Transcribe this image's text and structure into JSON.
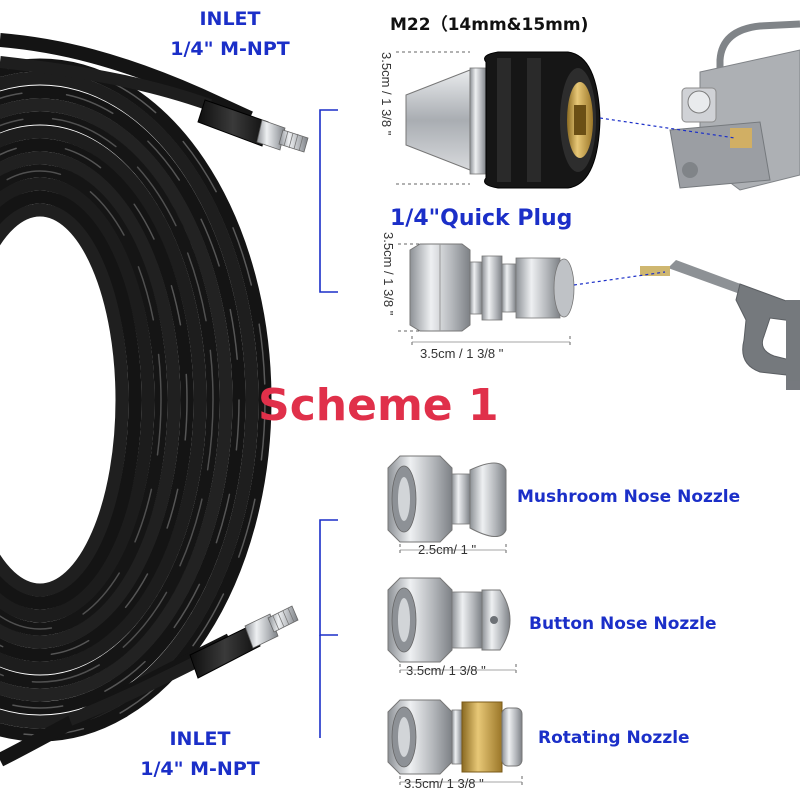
{
  "inlet_top": {
    "line1": "INLET",
    "line2": "1/4\" M-NPT"
  },
  "inlet_bottom": {
    "line1": "INLET",
    "line2": "1/4\" M-NPT"
  },
  "m22": {
    "label": "M22（14mm&15mm)",
    "height_dim": "3.5cm / 1 3/8 \""
  },
  "quick_plug": {
    "label": "1/4\"Quick Plug",
    "height_dim": "3.5cm / 1 3/8 \"",
    "width_dim": "3.5cm / 1 3/8 \""
  },
  "scheme_title": "Scheme 1",
  "nozzles": [
    {
      "label": "Mushroom Nose Nozzle",
      "dim": "2.5cm/ 1 \""
    },
    {
      "label": "Button Nose Nozzle",
      "dim": "3.5cm/ 1 3/8 \""
    },
    {
      "label": "Rotating Nozzle",
      "dim": "3.5cm/ 1 3/8 \""
    }
  ],
  "colors": {
    "label_blue": "#1b2fc8",
    "scheme_red": "#e0304a",
    "hose_black": "#151515",
    "steel": "#b9bcc0",
    "brass": "#c9a24a"
  }
}
